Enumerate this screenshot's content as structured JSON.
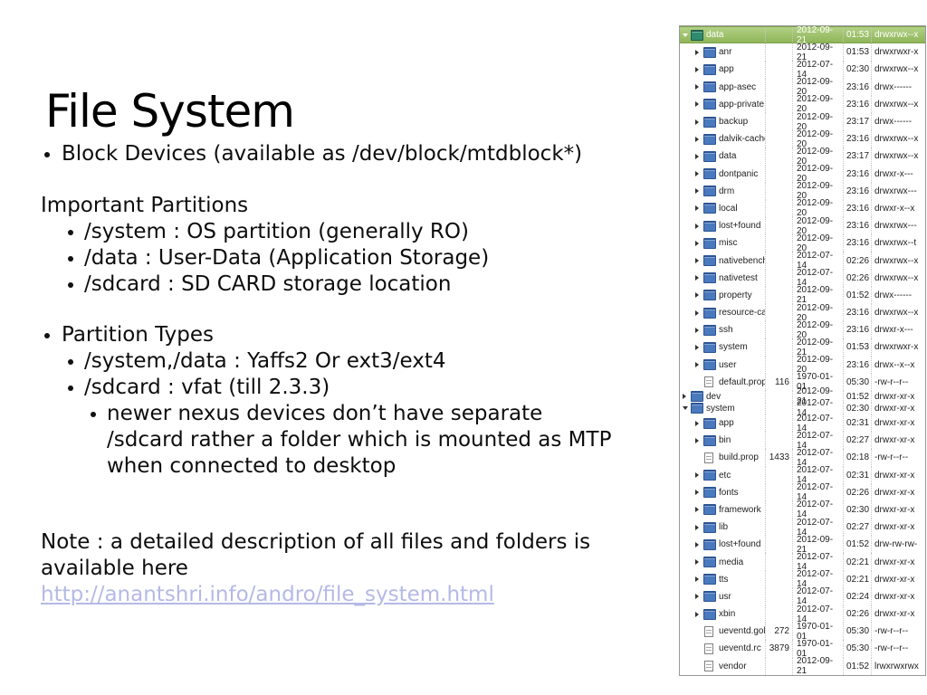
{
  "slide": {
    "title": "File System",
    "block_devices": "Block Devices (available as /dev/block/mtdblock*)",
    "partitions_header": "Important Partitions",
    "partitions": [
      "/system : OS partition (generally RO)",
      "/data : User-Data (Application Storage)",
      "/sdcard : SD CARD storage location"
    ],
    "types_header": "Partition Types",
    "types": [
      "/system,/data : Yaffs2 Or ext3/ext4",
      "/sdcard : vfat (till 2.3.3)"
    ],
    "types_note_lines": [
      "newer nexus devices don’t have separate",
      "/sdcard rather a folder which is mounted as MTP",
      "when connected to desktop"
    ],
    "note_lines": [
      "Note : a detailed description of all files and folders is",
      "available here"
    ],
    "link_url": "http://anantshri.info/andro/file_system.html",
    "link_color": "#b4b9e6"
  },
  "file_panel": {
    "colors": {
      "selected_bg_top": "#b2d186",
      "selected_bg_bottom": "#8fb558",
      "folder": "#4a79bd",
      "folder_selected": "#2f8a6e",
      "panel_border": "#999999"
    },
    "rows": [
      {
        "name": "data",
        "type": "folder",
        "depth": 0,
        "expand": "open",
        "size": "",
        "date": "2012-09-21",
        "time": "01:53",
        "perms": "drwxrwx--x",
        "selected": true,
        "compact": false
      },
      {
        "name": "anr",
        "type": "folder",
        "depth": 1,
        "expand": "closed",
        "size": "",
        "date": "2012-09-21",
        "time": "01:53",
        "perms": "drwxrwxr-x",
        "selected": false,
        "compact": false
      },
      {
        "name": "app",
        "type": "folder",
        "depth": 1,
        "expand": "closed",
        "size": "",
        "date": "2012-07-14",
        "time": "02:30",
        "perms": "drwxrwx--x",
        "selected": false,
        "compact": false
      },
      {
        "name": "app-asec",
        "type": "folder",
        "depth": 1,
        "expand": "closed",
        "size": "",
        "date": "2012-09-20",
        "time": "23:16",
        "perms": "drwx------",
        "selected": false,
        "compact": false
      },
      {
        "name": "app-private",
        "type": "folder",
        "depth": 1,
        "expand": "closed",
        "size": "",
        "date": "2012-09-20",
        "time": "23:16",
        "perms": "drwxrwx--x",
        "selected": false,
        "compact": false
      },
      {
        "name": "backup",
        "type": "folder",
        "depth": 1,
        "expand": "closed",
        "size": "",
        "date": "2012-09-20",
        "time": "23:17",
        "perms": "drwx------",
        "selected": false,
        "compact": false
      },
      {
        "name": "dalvik-cache",
        "type": "folder",
        "depth": 1,
        "expand": "closed",
        "size": "",
        "date": "2012-09-20",
        "time": "23:16",
        "perms": "drwxrwx--x",
        "selected": false,
        "compact": false
      },
      {
        "name": "data",
        "type": "folder",
        "depth": 1,
        "expand": "closed",
        "size": "",
        "date": "2012-09-20",
        "time": "23:17",
        "perms": "drwxrwx--x",
        "selected": false,
        "compact": false
      },
      {
        "name": "dontpanic",
        "type": "folder",
        "depth": 1,
        "expand": "closed",
        "size": "",
        "date": "2012-09-20",
        "time": "23:16",
        "perms": "drwxr-x---",
        "selected": false,
        "compact": false
      },
      {
        "name": "drm",
        "type": "folder",
        "depth": 1,
        "expand": "closed",
        "size": "",
        "date": "2012-09-20",
        "time": "23:16",
        "perms": "drwxrwx---",
        "selected": false,
        "compact": false
      },
      {
        "name": "local",
        "type": "folder",
        "depth": 1,
        "expand": "closed",
        "size": "",
        "date": "2012-09-20",
        "time": "23:16",
        "perms": "drwxr-x--x",
        "selected": false,
        "compact": false
      },
      {
        "name": "lost+found",
        "type": "folder",
        "depth": 1,
        "expand": "closed",
        "size": "",
        "date": "2012-09-20",
        "time": "23:16",
        "perms": "drwxrwx---",
        "selected": false,
        "compact": false
      },
      {
        "name": "misc",
        "type": "folder",
        "depth": 1,
        "expand": "closed",
        "size": "",
        "date": "2012-09-20",
        "time": "23:16",
        "perms": "drwxrwx--t",
        "selected": false,
        "compact": false
      },
      {
        "name": "nativebenchmark",
        "type": "folder",
        "depth": 1,
        "expand": "closed",
        "size": "",
        "date": "2012-07-14",
        "time": "02:26",
        "perms": "drwxrwx--x",
        "selected": false,
        "compact": false
      },
      {
        "name": "nativetest",
        "type": "folder",
        "depth": 1,
        "expand": "closed",
        "size": "",
        "date": "2012-07-14",
        "time": "02:26",
        "perms": "drwxrwx--x",
        "selected": false,
        "compact": false
      },
      {
        "name": "property",
        "type": "folder",
        "depth": 1,
        "expand": "closed",
        "size": "",
        "date": "2012-09-21",
        "time": "01:52",
        "perms": "drwx------",
        "selected": false,
        "compact": false
      },
      {
        "name": "resource-cache",
        "type": "folder",
        "depth": 1,
        "expand": "closed",
        "size": "",
        "date": "2012-09-20",
        "time": "23:16",
        "perms": "drwxrwx--x",
        "selected": false,
        "compact": false
      },
      {
        "name": "ssh",
        "type": "folder",
        "depth": 1,
        "expand": "closed",
        "size": "",
        "date": "2012-09-20",
        "time": "23:16",
        "perms": "drwxr-x---",
        "selected": false,
        "compact": false
      },
      {
        "name": "system",
        "type": "folder",
        "depth": 1,
        "expand": "closed",
        "size": "",
        "date": "2012-09-21",
        "time": "01:53",
        "perms": "drwxrwxr-x",
        "selected": false,
        "compact": false
      },
      {
        "name": "user",
        "type": "folder",
        "depth": 1,
        "expand": "closed",
        "size": "",
        "date": "2012-09-20",
        "time": "23:16",
        "perms": "drwx--x--x",
        "selected": false,
        "compact": false
      },
      {
        "name": "default.prop",
        "type": "file",
        "depth": 1,
        "expand": "none",
        "size": "116",
        "date": "1970-01-01",
        "time": "05:30",
        "perms": "-rw-r--r--",
        "selected": false,
        "compact": false
      },
      {
        "name": "dev",
        "type": "folder",
        "depth": 0,
        "expand": "closed",
        "size": "",
        "date": "2012-09-21",
        "time": "01:52",
        "perms": "drwxr-xr-x",
        "selected": false,
        "compact": true
      },
      {
        "name": "system",
        "type": "folder",
        "depth": 0,
        "expand": "open",
        "size": "",
        "date": "2012-07-14",
        "time": "02:30",
        "perms": "drwxr-xr-x",
        "selected": false,
        "compact": true
      },
      {
        "name": "app",
        "type": "folder",
        "depth": 1,
        "expand": "closed",
        "size": "",
        "date": "2012-07-14",
        "time": "02:31",
        "perms": "drwxr-xr-x",
        "selected": false,
        "compact": false
      },
      {
        "name": "bin",
        "type": "folder",
        "depth": 1,
        "expand": "closed",
        "size": "",
        "date": "2012-07-14",
        "time": "02:27",
        "perms": "drwxr-xr-x",
        "selected": false,
        "compact": false
      },
      {
        "name": "build.prop",
        "type": "file",
        "depth": 1,
        "expand": "none",
        "size": "1433",
        "date": "2012-07-14",
        "time": "02:18",
        "perms": "-rw-r--r--",
        "selected": false,
        "compact": false
      },
      {
        "name": "etc",
        "type": "folder",
        "depth": 1,
        "expand": "closed",
        "size": "",
        "date": "2012-07-14",
        "time": "02:31",
        "perms": "drwxr-xr-x",
        "selected": false,
        "compact": false
      },
      {
        "name": "fonts",
        "type": "folder",
        "depth": 1,
        "expand": "closed",
        "size": "",
        "date": "2012-07-14",
        "time": "02:26",
        "perms": "drwxr-xr-x",
        "selected": false,
        "compact": false
      },
      {
        "name": "framework",
        "type": "folder",
        "depth": 1,
        "expand": "closed",
        "size": "",
        "date": "2012-07-14",
        "time": "02:30",
        "perms": "drwxr-xr-x",
        "selected": false,
        "compact": false
      },
      {
        "name": "lib",
        "type": "folder",
        "depth": 1,
        "expand": "closed",
        "size": "",
        "date": "2012-07-14",
        "time": "02:27",
        "perms": "drwxr-xr-x",
        "selected": false,
        "compact": false
      },
      {
        "name": "lost+found",
        "type": "folder",
        "depth": 1,
        "expand": "closed",
        "size": "",
        "date": "2012-09-21",
        "time": "01:52",
        "perms": "drw-rw-rw-",
        "selected": false,
        "compact": false
      },
      {
        "name": "media",
        "type": "folder",
        "depth": 1,
        "expand": "closed",
        "size": "",
        "date": "2012-07-14",
        "time": "02:21",
        "perms": "drwxr-xr-x",
        "selected": false,
        "compact": false
      },
      {
        "name": "tts",
        "type": "folder",
        "depth": 1,
        "expand": "closed",
        "size": "",
        "date": "2012-07-14",
        "time": "02:21",
        "perms": "drwxr-xr-x",
        "selected": false,
        "compact": false
      },
      {
        "name": "usr",
        "type": "folder",
        "depth": 1,
        "expand": "closed",
        "size": "",
        "date": "2012-07-14",
        "time": "02:24",
        "perms": "drwxr-xr-x",
        "selected": false,
        "compact": false
      },
      {
        "name": "xbin",
        "type": "folder",
        "depth": 1,
        "expand": "closed",
        "size": "",
        "date": "2012-07-14",
        "time": "02:26",
        "perms": "drwxr-xr-x",
        "selected": false,
        "compact": false
      },
      {
        "name": "ueventd.goldfish.rc",
        "type": "file",
        "depth": 1,
        "expand": "none",
        "size": "272",
        "date": "1970-01-01",
        "time": "05:30",
        "perms": "-rw-r--r--",
        "selected": false,
        "compact": false
      },
      {
        "name": "ueventd.rc",
        "type": "file",
        "depth": 1,
        "expand": "none",
        "size": "3879",
        "date": "1970-01-01",
        "time": "05:30",
        "perms": "-rw-r--r--",
        "selected": false,
        "compact": false
      },
      {
        "name": "vendor",
        "type": "file",
        "depth": 1,
        "expand": "none",
        "size": "",
        "date": "2012-09-21",
        "time": "01:52",
        "perms": "lrwxrwxrwx",
        "selected": false,
        "compact": false
      }
    ]
  }
}
